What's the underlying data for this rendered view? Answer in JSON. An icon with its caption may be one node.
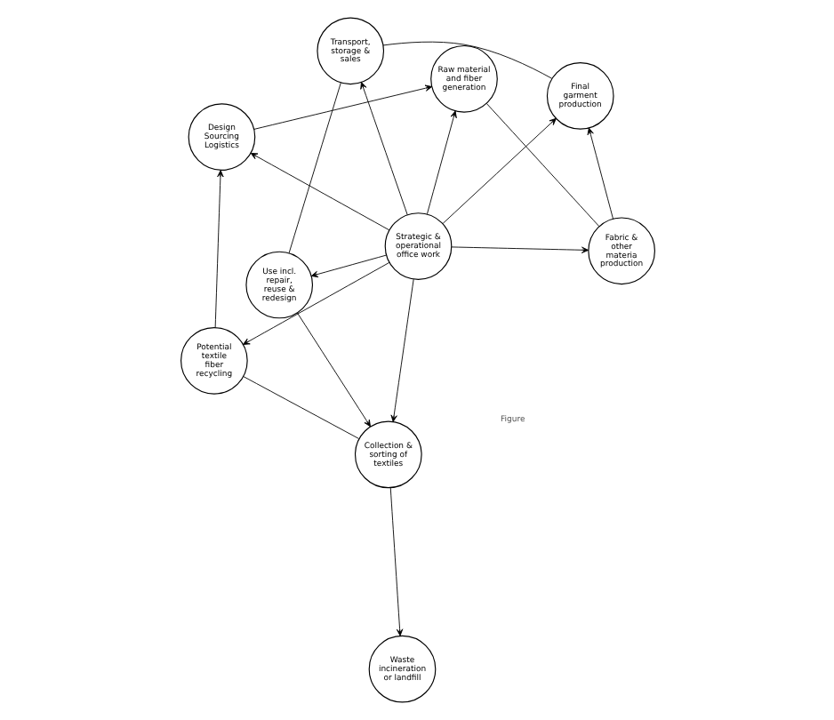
{
  "diagram": {
    "nodes": [
      {
        "text": [
          "Design Sourcing Logistics"
        ]
      },
      {
        "text": [
          "Raw material and fiber generation"
        ]
      },
      {
        "text": [
          "Fabric & other materia production"
        ]
      },
      {
        "text": [
          "Final garment production"
        ]
      },
      {
        "text": [
          "Transport, storage & sales"
        ]
      },
      {
        "text": [
          "Use incl. repair, reuse & redesign"
        ]
      },
      {
        "text": [
          "Collection & sorting of textiles"
        ]
      },
      {
        "text": [
          "Waste incineration or landfill"
        ]
      },
      {
        "text": [
          "Potential textile fiber recycling"
        ]
      },
      {
        "text": [
          "Strategic & operational office work"
        ]
      }
    ],
    "edges": [
      {
        "from": 8,
        "to": 0,
        "arrow": "to"
      },
      {
        "from": 0,
        "to": 1,
        "arrow": "to"
      },
      {
        "from": 1,
        "to": 2,
        "arrow": "none"
      },
      {
        "from": 2,
        "to": 3,
        "arrow": "to"
      },
      {
        "from": 3,
        "to": 4,
        "arrow": "none"
      },
      {
        "from": 4,
        "to": 5,
        "arrow": "none"
      },
      {
        "from": 5,
        "to": 6,
        "arrow": "to"
      },
      {
        "from": 6,
        "to": 7,
        "arrow": "to"
      },
      {
        "from": 6,
        "to": 8,
        "arrow": "none"
      },
      {
        "from": 9,
        "to": 0,
        "arrow": "to"
      },
      {
        "from": 9,
        "to": 1,
        "arrow": "to"
      },
      {
        "from": 9,
        "to": 2,
        "arrow": "to"
      },
      {
        "from": 9,
        "to": 3,
        "arrow": "to"
      },
      {
        "from": 9,
        "to": 4,
        "arrow": "to"
      },
      {
        "from": 9,
        "to": 5,
        "arrow": "to"
      },
      {
        "from": 9,
        "to": 6,
        "arrow": "to"
      },
      {
        "from": 9,
        "to": 8,
        "arrow": "to"
      }
    ],
    "labels": [
      "Figure"
    ]
  }
}
